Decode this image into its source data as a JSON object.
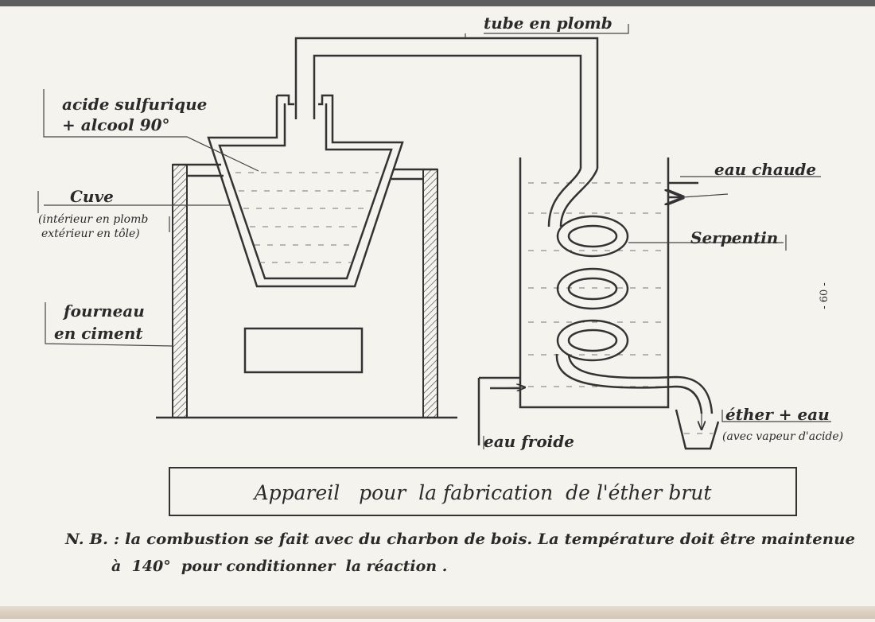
{
  "labels": {
    "tube": "tube en plomb",
    "acide_line1": "acide sulfurique",
    "acide_line2": "+ alcool 90°",
    "cuve": "Cuve",
    "cuve_detail_line1": "(intérieur en plomb",
    "cuve_detail_line2": "extérieur en tôle)",
    "fourneau_line1": "fourneau",
    "fourneau_line2": "en ciment",
    "eau_chaude": "eau chaude",
    "serpentin": "Serpentin",
    "ether": "éther + eau",
    "ether_detail": "(avec vapeur d'acide)",
    "eau_froide": "eau froide"
  },
  "caption": {
    "title": "Appareil   pour  la fabrication  de l'éther brut"
  },
  "note": {
    "line1": "N. B. : la combustion se fait avec du charbon de bois. La température doit être maintenue",
    "line2": "à  140°  pour conditionner  la réaction ."
  },
  "page_number": "- 60 -",
  "colors": {
    "paper": "#f5f3ee",
    "ink": "#2a2a2a"
  }
}
